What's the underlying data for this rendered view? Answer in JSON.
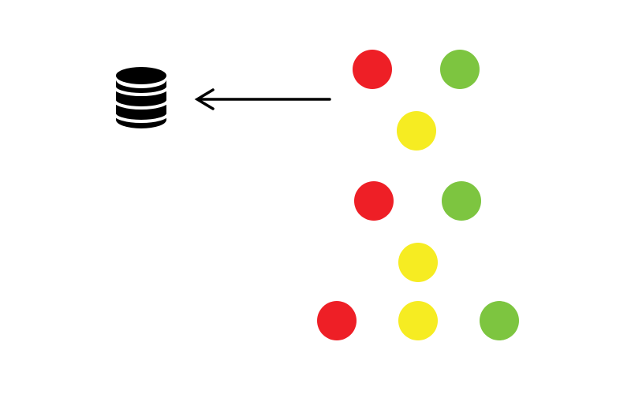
{
  "colors": {
    "background": "#ffffff",
    "ink": "#000000",
    "red": "#ee1f26",
    "yellow": "#f6ec22",
    "green": "#7dc540"
  },
  "database": {
    "icon": "database-icon",
    "color": "#000000"
  },
  "arrow": {
    "icon": "arrow-left-icon",
    "direction": "left",
    "from": "dots-cluster",
    "to": "database-icon"
  },
  "dots": {
    "group_1": [
      "red",
      "green",
      "yellow"
    ],
    "group_2": [
      "red",
      "green",
      "yellow"
    ],
    "row_3": [
      "red",
      "yellow",
      "green"
    ]
  }
}
